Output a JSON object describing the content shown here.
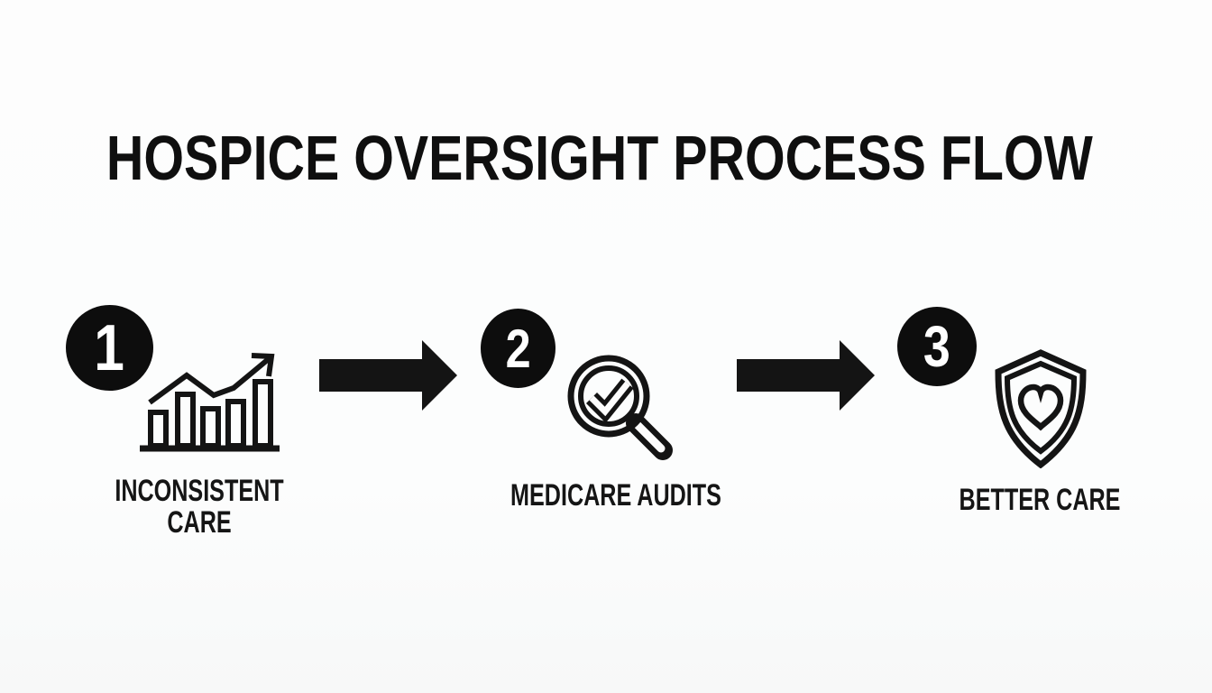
{
  "title": "HOSPICE OVERSIGHT PROCESS FLOW",
  "steps": [
    {
      "number": "1",
      "label_line1": "INCONSISTENT",
      "label_line2": "CARE",
      "icon": "bar-chart-trend-icon"
    },
    {
      "number": "2",
      "label_line1": "MEDICARE AUDITS",
      "label_line2": "",
      "icon": "magnifier-checkmark-icon"
    },
    {
      "number": "3",
      "label_line1": "BETTER CARE",
      "label_line2": "",
      "icon": "shield-heart-icon"
    }
  ],
  "arrows": [
    {
      "name": "flow-arrow-1",
      "direction": "right"
    },
    {
      "name": "flow-arrow-2",
      "direction": "right"
    }
  ],
  "colors": {
    "background": "#fdfdfd",
    "ink": "#141414",
    "badge_fill": "#0d0d0d",
    "badge_text": "#ffffff"
  }
}
